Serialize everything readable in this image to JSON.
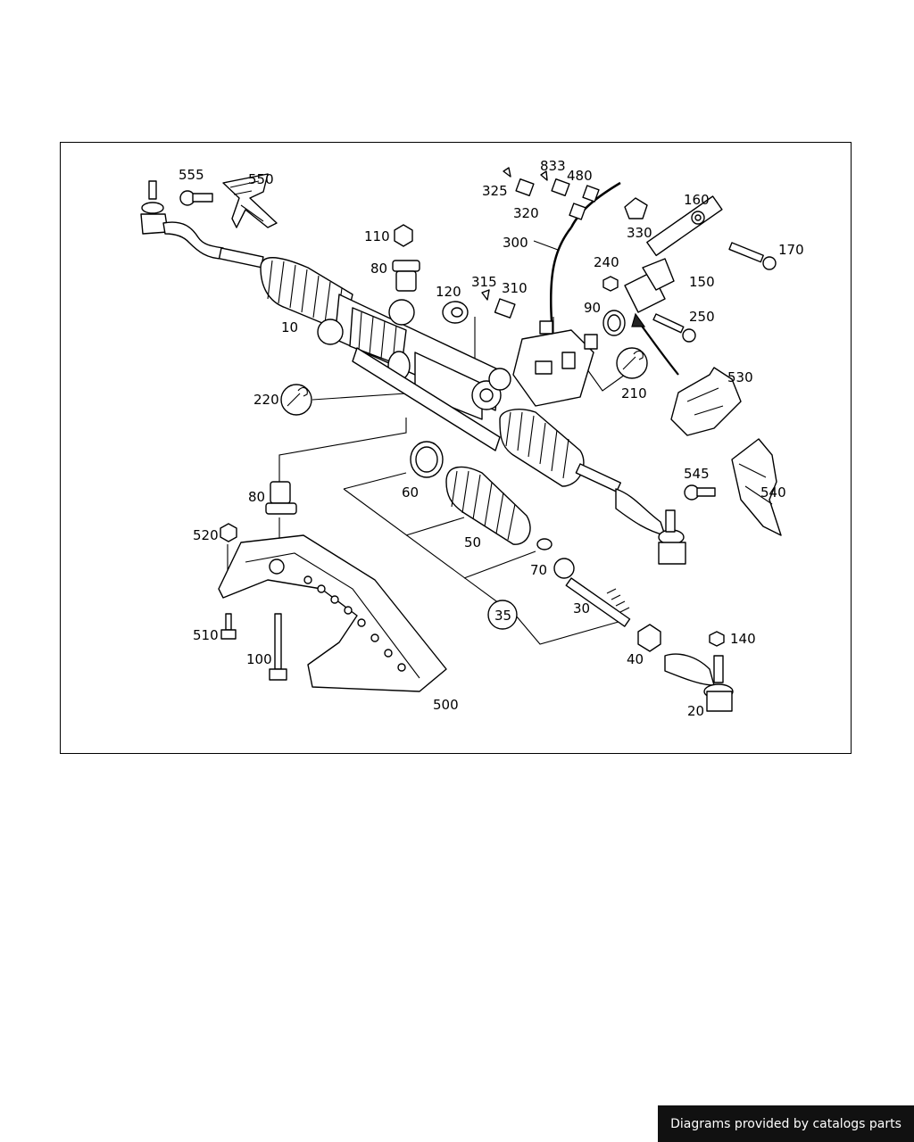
{
  "labels": {
    "p555": "555",
    "p550": "550",
    "p833": "833",
    "p480": "480",
    "p325": "325",
    "p320": "320",
    "p330": "330",
    "p160": "160",
    "p170": "170",
    "p300": "300",
    "p110": "110",
    "p80a": "80",
    "p240": "240",
    "p150": "150",
    "p315": "315",
    "p310": "310",
    "p120": "120",
    "p90": "90",
    "p250": "250",
    "p10": "10",
    "p210": "210",
    "p530": "530",
    "p220": "220",
    "p545": "545",
    "p540": "540",
    "p60": "60",
    "p80b": "80",
    "p50": "50",
    "p520": "520",
    "p70": "70",
    "p30": "30",
    "p35": "35",
    "p140": "140",
    "p510": "510",
    "p40": "40",
    "p100": "100",
    "p20": "20",
    "p500": "500"
  },
  "footer": {
    "credit": "Diagrams provided by catalogs parts"
  },
  "colors": {
    "line": "#000000",
    "background": "#ffffff",
    "credit_bg": "#111111"
  }
}
